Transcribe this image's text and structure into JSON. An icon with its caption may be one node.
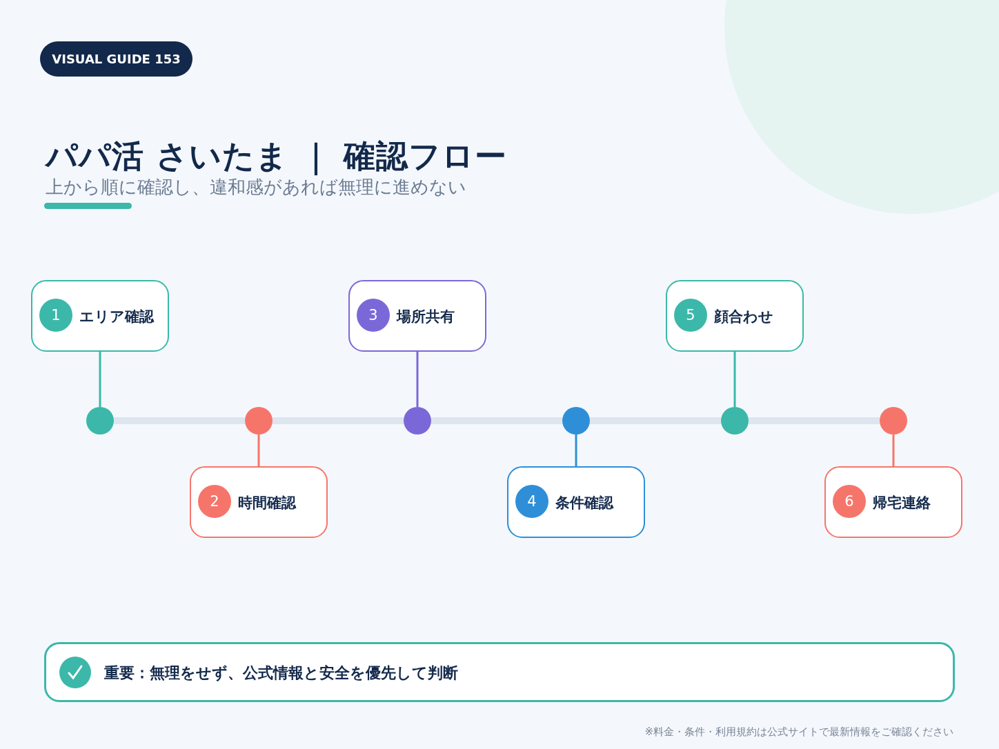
{
  "diagram": {
    "title": "パパ活 さいたま ｜ 確認フロー",
    "nodes": [
      {
        "text": [
          "VISUAL GUIDE 153"
        ]
      },
      {
        "text": [
          "1",
          "エリア確認"
        ]
      },
      {
        "text": [
          "2",
          "時間確認"
        ]
      },
      {
        "text": [
          "3",
          "場所共有"
        ]
      },
      {
        "text": [
          "4",
          "条件確認"
        ]
      },
      {
        "text": [
          "5",
          "顔合わせ"
        ]
      },
      {
        "text": [
          "6",
          "帰宅連絡"
        ]
      },
      {
        "text": [],
        "shape": "circle"
      },
      {
        "text": [],
        "shape": "circle"
      },
      {
        "text": [],
        "shape": "circle"
      },
      {
        "text": [],
        "shape": "circle"
      },
      {
        "text": [],
        "shape": "circle"
      },
      {
        "text": [],
        "shape": "circle"
      },
      {
        "text": [
          "重要：無理をせず、公式情報と安全を優先して判断"
        ]
      }
    ],
    "edges": [
      {
        "from": 1,
        "to": 7,
        "arrow": "none",
        "color": "#3bb8a9"
      },
      {
        "from": 2,
        "to": 8,
        "arrow": "none",
        "color": "#f6756b"
      },
      {
        "from": 3,
        "to": 9,
        "arrow": "none",
        "color": "#7b68d8"
      },
      {
        "from": 4,
        "to": 10,
        "arrow": "none",
        "color": "#2e8fd8"
      },
      {
        "from": 5,
        "to": 11,
        "arrow": "none",
        "color": "#3bb8a9"
      },
      {
        "from": 6,
        "to": 12,
        "arrow": "none",
        "color": "#f6756b"
      },
      {
        "from": 7,
        "to": 8,
        "arrow": "none",
        "style": "thick",
        "color": "#dde6ef"
      },
      {
        "from": 8,
        "to": 9,
        "arrow": "none",
        "style": "thick",
        "color": "#dde6ef"
      },
      {
        "from": 9,
        "to": 10,
        "arrow": "none",
        "style": "thick",
        "color": "#dde6ef"
      },
      {
        "from": 10,
        "to": 11,
        "arrow": "none",
        "style": "thick",
        "color": "#dde6ef"
      },
      {
        "from": 11,
        "to": 12,
        "arrow": "none",
        "style": "thick",
        "color": "#dde6ef"
      }
    ],
    "labels": [
      "上から順に確認し、違和感があれば無理に進めない",
      "※料金・条件・利用規約は公式サイトで最新情報をご確認ください"
    ]
  }
}
